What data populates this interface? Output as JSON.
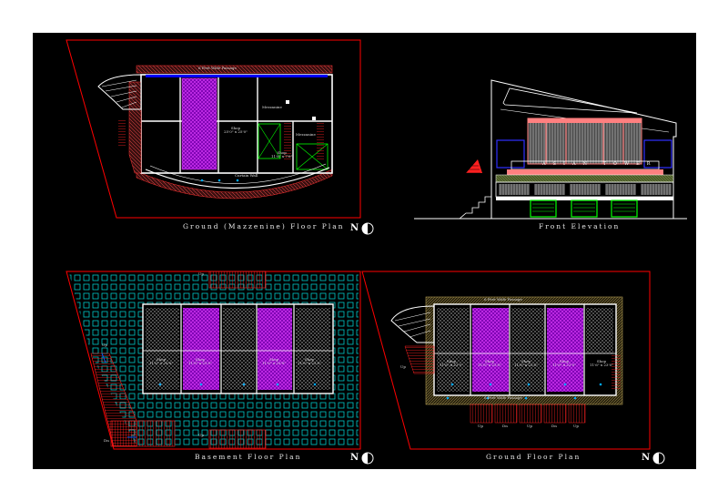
{
  "titles": {
    "ground_mezzanine": "Ground (Mazzenine) Floor Plan",
    "front_elevation": "Front Elevation",
    "basement": "Basement Floor Plan",
    "ground": "Ground Floor Plan"
  },
  "north_marker": "N",
  "mezzanine_labels": {
    "passage": "6 Feet Wide Passage",
    "shop": "Shop\n25'0\" x 25'0\"",
    "mezzanine_1": "Mezzanine",
    "mezzanine_2": "Mezzanine",
    "shop_small": "Shop\n11'6\" x 7'6\"",
    "curtain_wall": "Curtain Wall"
  },
  "elevation_labels": {
    "sign": "ASIAN TOWER"
  },
  "basement_labels": {
    "shops": [
      "Shop\n11'6\" x 23'0\"",
      "Shop\n11'6\" x 23'0\"",
      "Shop\n11'6\" x 23'0\"",
      "Shop\n11'6\" x 23'0\""
    ],
    "up_top": "Up",
    "up_bottom": "Up",
    "up_left": "Up",
    "dn": "Dn"
  },
  "ground_labels": {
    "passage_top": "6 Feet Wide Passage",
    "passage_bottom": "6 Feet Wide Passage",
    "shops": [
      "Shop\n11'6\" x 23'0\"",
      "Shop\n11'6\" x 23'0\"",
      "Shop\n11'6\" x 23'0\"",
      "Shop\n11'6\" x 23'0\"",
      "Shop\n11'6\" x 23'0\""
    ],
    "up_left": "Up",
    "stair_marks": [
      "Up",
      "Dn",
      "Up",
      "Dn",
      "Up"
    ]
  },
  "colors": {
    "background": "#000000",
    "frame": "#ff0000",
    "wall": "#ffffff",
    "grid": "#00c8c8",
    "shop_hatch": "#b000e0",
    "hatch": "#c0c0c0",
    "mezz": "#00ff00",
    "blue_band": "#0000ff",
    "brick": "#ff3030",
    "facade_pink": "#ff8080",
    "facade_green": "#4a8a3a"
  }
}
